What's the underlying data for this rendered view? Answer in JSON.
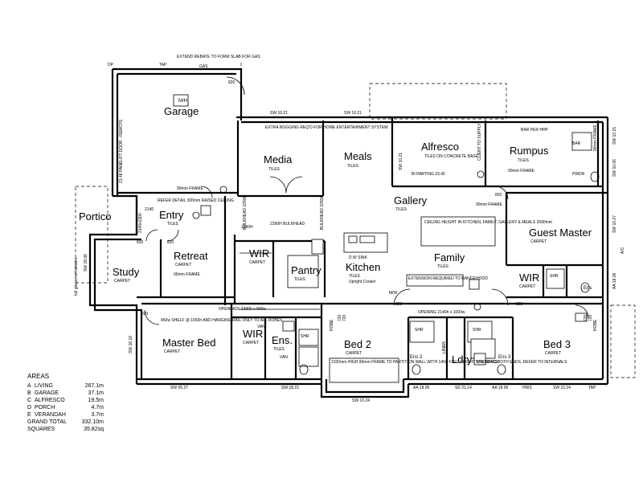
{
  "rooms": {
    "garage": "Garage",
    "media": "Media",
    "meals": "Meals",
    "alfresco": "Alfresco",
    "rumpus": "Rumpus",
    "gallery": "Gallery",
    "portico": "Portico",
    "entry": "Entry",
    "retreat": "Retreat",
    "study": "Study",
    "wir_left": "WIR",
    "pantry": "Pantry",
    "kitchen": "Kitchen",
    "family": "Family",
    "guest_master": "Guest Master",
    "wir_guest": "WIR",
    "ens_guest": "Ens",
    "master_bed": "Master Bed",
    "wir_master": "WIR",
    "ens_master": "Ens.",
    "bed2": "Bed 2",
    "ens2": "Ens 2",
    "ldry": "Ldry",
    "ens3": "Ens 3",
    "bed3": "Bed 3"
  },
  "finishes": {
    "garage_mh": "M/H",
    "media": "TILES",
    "meals": "TILES",
    "alfresco": "TILES ON CONCRETE BASE",
    "rumpus": "TILES",
    "gallery": "TILES",
    "entry": "TILES",
    "retreat": "CARPET",
    "study": "CARPET",
    "wir_left": "CARPET",
    "pantry": "TILES",
    "kitchen": "TILES",
    "family": "TILES",
    "guest_master": "CARPET",
    "wir_guest": "CARPET",
    "master_bed": "CARPET",
    "wir_master": "CARPET",
    "ens_master": "TILES",
    "bed2": "CARPET",
    "bed3": "CARPET"
  },
  "notes": {
    "extend_rebate": "EXTEND REBATE TO FORM SLAB FOR GAS",
    "tap_top": "TAP",
    "gas": "GAS",
    "dp_top": "DP",
    "garage_door": "21.48 PANELIFT DOOR - REMOTE",
    "sw_10_21_a": "SW 10.21",
    "sw_10_21_b": "SW 10.21",
    "sw_10_21_side": "SW 10.21",
    "extra_nogging": "EXTRA NOGGING REQ'D FOR HOME ENTERTAINMENT SYSTEM",
    "client_supply": "CLIENT TO SUPPLY",
    "bar_per_hhp": "BAR PER HHP",
    "bar": "BAR",
    "frame_90_rumpus": "90mm FRAME",
    "frame_90_rumpus_b": "90mm FRAME",
    "sw_10_15": "SW 10.15",
    "sw_10_06": "SW 10.06",
    "sw_10_27": "SW 10.27",
    "pwdr": "PWDR",
    "bi_parting": "BI PARTING 23.42",
    "frame_90_garage": "90mm FRAME",
    "refer_detail": "REFER DETAIL 300mm RAISED CEILING.",
    "dim_2140x1300": "2140x1300",
    "bulkhead_left": "BULKHEAD 2290H",
    "bulkhead_2290": "2290H BULKHEAD",
    "bulkhead_right": "BULKHEAD 2290H",
    "frame_90_gallery": "90mm FRAME",
    "ceiling_height": "CEILING HEIGHT IN KITCHEN, FAMILY, GALLERY & MEALS 2690mm",
    "dw_sink": "D.W SINK",
    "upright_cooker": "Upright Cooker",
    "extension_req": "EXTENSION REQUIRED TO RANGEHOOD",
    "frame_90_retreat": "90mm FRAME",
    "full_glass": "full glass, no transom",
    "sw_18_06": "SW 18.06",
    "sw_18_18": "SW 18.18",
    "shelf_note": "450w SHELF @ 1650h AND HANGING RAIL ONLY TO ALL ROBES.",
    "openings_note": "OPENINGS 2290h x 900w",
    "opening_family": "OPENING 2140h x 1000w",
    "van_a": "VAN.",
    "van_b": "VAN.",
    "robe_a": "ROBE",
    "robe_b": "ROBE",
    "linen": "LINEN",
    "wm_space": "W/M SPACE",
    "mw": "M/W",
    "shr_a": "SHR",
    "shr_b": "SHR",
    "shr_c": "SHR",
    "shr_d": "SHR",
    "bed2_note": "2100mm HIGH 90mm FRAME TO PARTITION WALL WITH 140w FULL HEIGHT COLUMNS BOTH ENDS. REFER TO INTERNALS",
    "sw_05_27": "SW 05.27",
    "sw_18_15": "SW 18.15",
    "sw_10_24_bed2": "SW 10.24",
    "aa_18_06": "AA 18.06",
    "sd_21_14": "SD 21.14",
    "aa_18_06_b": "AA 18.06",
    "hws": "HWS",
    "sw_10_24_bed3": "SW 10.24",
    "tap_bottom": "TAP",
    "aa_18_06_side": "AA 18.06",
    "ac": "A/C",
    "dim_820_a": "820",
    "dim_820_b": "820",
    "dim_820_c": "820",
    "dim_820_d": "820",
    "dim_820_e": "820",
    "dim_820_f": "820",
    "dim_820_g": "820",
    "dim_720_a": "720",
    "dim_720_b": "720",
    "dim_720_c": "720",
    "dim_720_d": "720",
    "dim_2290h": "2290H",
    "dim_2140": "2140"
  },
  "areas": {
    "heading": "AREAS",
    "rows": [
      {
        "key": "A",
        "name": "LIVING",
        "value": "267.1m"
      },
      {
        "key": "B",
        "name": "GARAGE",
        "value": "37.1m"
      },
      {
        "key": "C",
        "name": "ALFRESCO",
        "value": "19.5m"
      },
      {
        "key": "D",
        "name": "PORCH",
        "value": "4.7m"
      },
      {
        "key": "E",
        "name": "VERANDAH",
        "value": "3.7m"
      }
    ],
    "grand_total_label": "GRAND TOTAL",
    "grand_total_value": "332.10m",
    "squares_label": "SQUARES",
    "squares_value": "35.82sq"
  }
}
